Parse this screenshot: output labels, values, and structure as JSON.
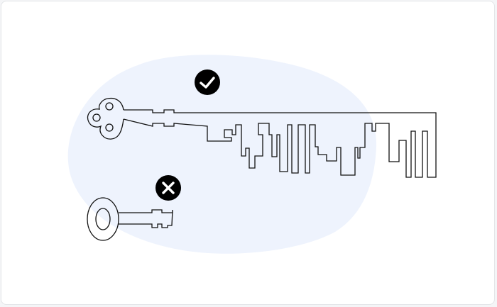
{
  "illustration": {
    "subject": "long-key-vs-short-key",
    "colors": {
      "background_blob": "#eef3fd",
      "outline": "#111111",
      "badge_fill": "#000000",
      "badge_mark": "#ffffff"
    },
    "keys": [
      {
        "id": "long-key",
        "status": "valid",
        "badge_icon": "checkmark-icon"
      },
      {
        "id": "short-key",
        "status": "invalid",
        "badge_icon": "cross-icon"
      }
    ]
  }
}
